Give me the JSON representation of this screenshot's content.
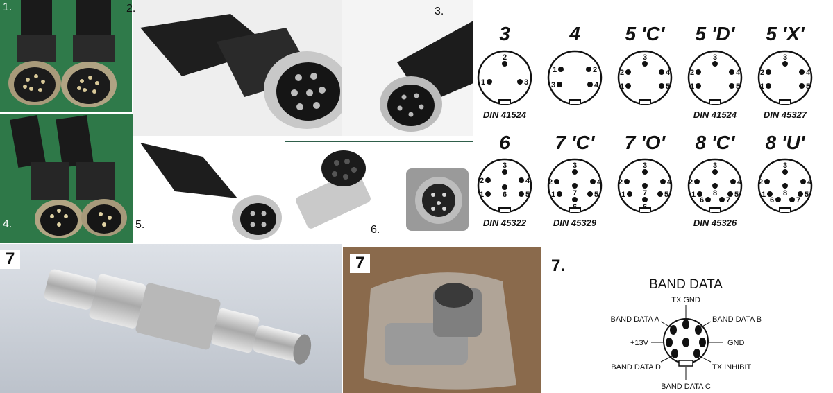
{
  "photos": {
    "p1": {
      "label": "1.",
      "bg": "#2f7a4a"
    },
    "p2": {
      "label": "2.",
      "bg": "#eeeeee"
    },
    "p3": {
      "label": "3.",
      "bg": "#f4f4f4"
    },
    "p4": {
      "label": "4.",
      "bg": "#2e7848"
    },
    "p5": {
      "label": "5.",
      "bg": "#ffffff"
    },
    "p6": {
      "label": "6.",
      "bg": "#ffffff"
    },
    "p7a": {
      "label": "7",
      "bg": "#c9ced6"
    },
    "p7b": {
      "label": "7",
      "bg": "#8a6a4c"
    }
  },
  "din_chart": {
    "row1": [
      {
        "title": "3",
        "pins": [
          "1",
          "2",
          "3"
        ],
        "standard": "DIN 41524"
      },
      {
        "title": "4",
        "pins": [
          "1",
          "2",
          "3",
          "4"
        ],
        "standard": ""
      },
      {
        "title": "5 'C'",
        "pins": [
          "1",
          "2",
          "3",
          "4",
          "5"
        ],
        "standard": ""
      },
      {
        "title": "5 'D'",
        "pins": [
          "1",
          "2",
          "3",
          "4",
          "5"
        ],
        "standard": "DIN 41524"
      },
      {
        "title": "5 'X'",
        "pins": [
          "1",
          "2",
          "3",
          "4",
          "5"
        ],
        "standard": "DIN 45327"
      }
    ],
    "row2": [
      {
        "title": "6",
        "pins": [
          "1",
          "2",
          "3",
          "4",
          "5",
          "6"
        ],
        "standard": "DIN 45322"
      },
      {
        "title": "7 'C'",
        "pins": [
          "1",
          "2",
          "3",
          "4",
          "5",
          "6",
          "7"
        ],
        "standard": "DIN 45329"
      },
      {
        "title": "7 'O'",
        "pins": [
          "1",
          "2",
          "3",
          "4",
          "5",
          "6",
          "7"
        ],
        "standard": ""
      },
      {
        "title": "8 'C'",
        "pins": [
          "1",
          "2",
          "3",
          "4",
          "5",
          "6",
          "7",
          "8"
        ],
        "standard": "DIN 45326"
      },
      {
        "title": "8 'U'",
        "pins": [
          "1",
          "2",
          "3",
          "4",
          "5",
          "6",
          "7",
          "8"
        ],
        "standard": ""
      }
    ]
  },
  "band_data": {
    "section_label": "7.",
    "title": "BAND DATA",
    "pins": {
      "tx_gnd": "TX GND",
      "band_data_a": "BAND DATA A",
      "band_data_b": "BAND DATA B",
      "plus13v": "+13V",
      "gnd": "GND",
      "band_data_d": "BAND DATA D",
      "tx_inhibit": "TX INHIBIT",
      "band_data_c": "BAND DATA C"
    }
  }
}
